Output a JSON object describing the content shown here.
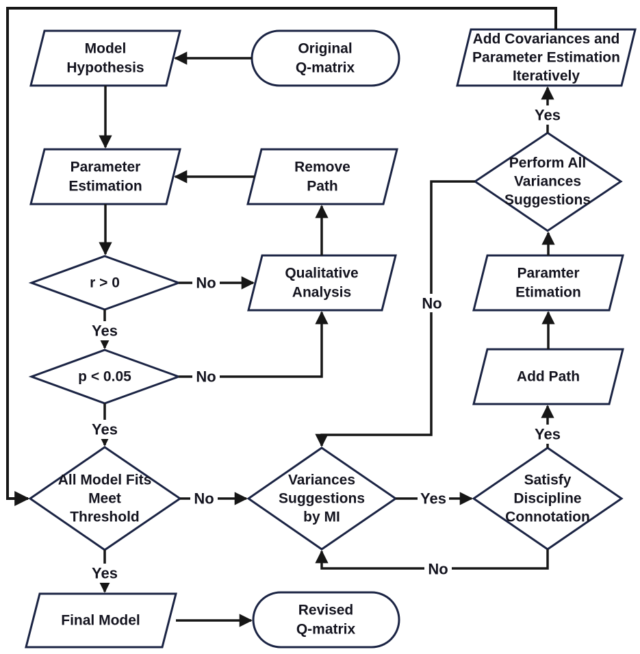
{
  "diagram": {
    "title": "Model revision flowchart with Q-matrix",
    "colors": {
      "shape_stroke": "#1b2444",
      "line": "#161616",
      "text": "#14141f",
      "background": "#ffffff"
    },
    "nodes": {
      "model_hypothesis": {
        "type": "parallelogram",
        "lines": [
          "Model",
          "Hypothesis"
        ]
      },
      "original_qmatrix": {
        "type": "stadium",
        "lines": [
          "Original",
          "Q-matrix"
        ]
      },
      "add_covariances": {
        "type": "parallelogram",
        "lines": [
          "Add Covariances and",
          "Parameter Estimation",
          "Iteratively"
        ]
      },
      "parameter_estimation": {
        "type": "parallelogram",
        "lines": [
          "Parameter",
          "Estimation"
        ]
      },
      "remove_path": {
        "type": "parallelogram",
        "lines": [
          "Remove",
          "Path"
        ]
      },
      "r_gt_zero": {
        "type": "diamond",
        "lines": [
          "r > 0"
        ]
      },
      "qualitative_analysis": {
        "type": "parallelogram",
        "lines": [
          "Qualitative",
          "Analysis"
        ]
      },
      "perform_all_variances": {
        "type": "diamond",
        "lines": [
          "Perform All",
          "Variances",
          "Suggestions"
        ]
      },
      "p_lt_005": {
        "type": "diamond",
        "lines": [
          "p < 0.05"
        ]
      },
      "paramter_etimation": {
        "type": "parallelogram",
        "lines": [
          "Paramter",
          "Etimation"
        ]
      },
      "add_path": {
        "type": "parallelogram",
        "lines": [
          "Add Path"
        ]
      },
      "all_model_fits": {
        "type": "diamond",
        "lines": [
          "All Model Fits",
          "Meet",
          "Threshold"
        ]
      },
      "variances_suggestions": {
        "type": "diamond",
        "lines": [
          "Variances",
          "Suggestions",
          "by MI"
        ]
      },
      "satisfy_discipline": {
        "type": "diamond",
        "lines": [
          "Satisfy",
          "Discipline",
          "Connotation"
        ]
      },
      "final_model": {
        "type": "parallelogram",
        "lines": [
          "Final Model"
        ]
      },
      "revised_qmatrix": {
        "type": "stadium",
        "lines": [
          "Revised",
          "Q-matrix"
        ]
      }
    },
    "edge_labels": {
      "r_no": "No",
      "r_yes": "Yes",
      "p_no": "No",
      "p_yes": "Yes",
      "fits_yes": "Yes",
      "fits_no": "No",
      "variances_yes": "Yes",
      "satisfy_yes": "Yes",
      "satisfy_no": "No",
      "perform_yes": "Yes",
      "perform_no": "No"
    }
  }
}
